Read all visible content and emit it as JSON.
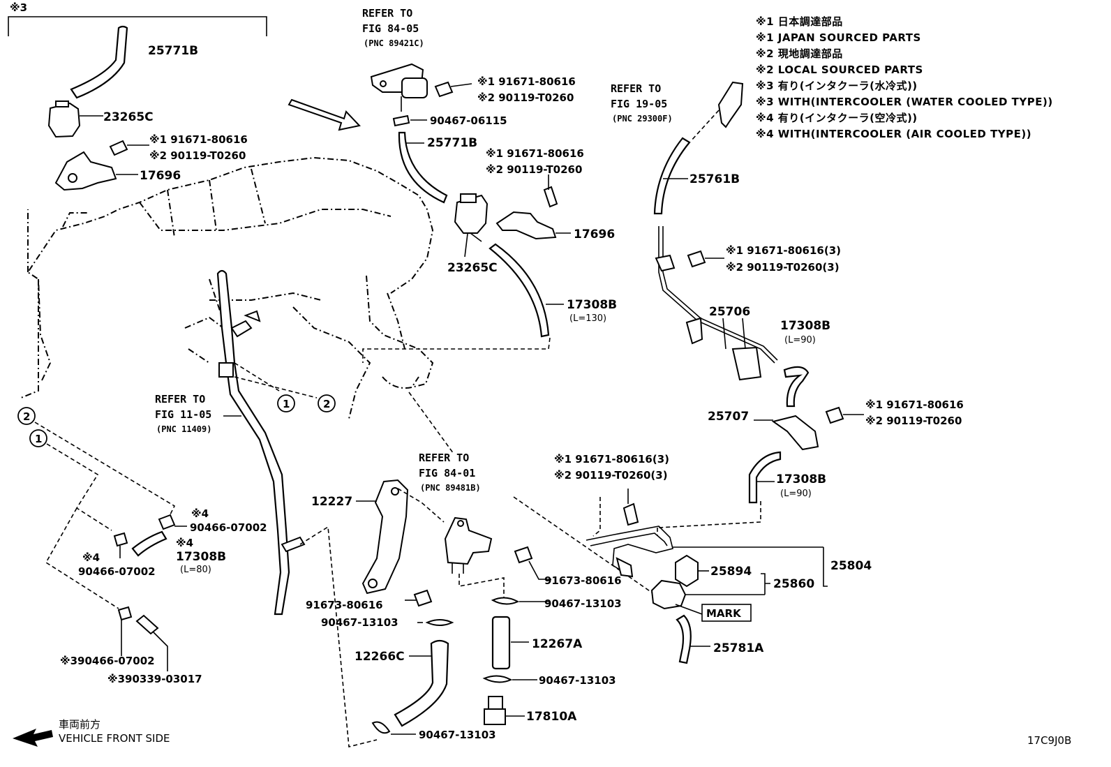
{
  "notes": [
    "※1 日本調達部品",
    "※1 JAPAN SOURCED PARTS",
    "※2 現地調達部品",
    "※2 LOCAL SOURCED PARTS",
    "※3 有り(インタクーラ(水冷式))",
    "※3 WITH(INTERCOOLER (WATER COOLED TYPE))",
    "※4 有り(インタクーラ(空冷式))",
    "※4 WITH(INTERCOOLER (AIR COOLED TYPE))"
  ],
  "group_mark": "※3",
  "refs": {
    "fig_84_05": {
      "l1": "REFER TO",
      "l2": "FIG 84-05",
      "l3": "(PNC 89421C)"
    },
    "fig_19_05": {
      "l1": "REFER TO",
      "l2": "FIG 19-05",
      "l3": "(PNC 29300F)"
    },
    "fig_11_05": {
      "l1": "REFER TO",
      "l2": "FIG 11-05",
      "l3": "(PNC 11409)"
    },
    "fig_84_01": {
      "l1": "REFER TO",
      "l2": "FIG 84-01",
      "l3": "(PNC 89481B)"
    }
  },
  "parts": {
    "p25771B_a": "25771B",
    "p23265C_a": "23265C",
    "p91671_a": "※1 91671-80616",
    "p90119_a": "※2 90119-T0260",
    "p17696_a": "17696",
    "p91671_b": "※1 91671-80616",
    "p90119_b": "※2 90119-T0260",
    "p90467_06115": "90467-06115",
    "p25771B_b": "25771B",
    "p91671_c": "※1 91671-80616",
    "p90119_c": "※2 90119-T0260",
    "p17696_b": "17696",
    "p23265C_b": "23265C",
    "p17308B_a": "17308B",
    "len_a": "(L=130)",
    "p25761B": "25761B",
    "p91671_d": "※1 91671-80616(3)",
    "p90119_d": "※2 90119-T0260(3)",
    "p25706": "25706",
    "p17308B_b": "17308B",
    "len_b": "(L=90)",
    "p25707": "25707",
    "p91671_e": "※1 91671-80616",
    "p90119_e": "※2 90119-T0260",
    "p17308B_c": "17308B",
    "len_c": "(L=90)",
    "p91671_f": "※1 91671-80616(3)",
    "p90119_f": "※2 90119-T0260(3)",
    "p25894": "25894",
    "p25860": "25860",
    "p25804": "25804",
    "mark": "MARK",
    "p25781A": "25781A",
    "p12227": "12227",
    "p91673_a": "91673-80616",
    "p91673_b": "91673-80616",
    "p90467_13103_a": "90467-13103",
    "p90467_13103_b": "90467-13103",
    "p12267A": "12267A",
    "p12266C": "12266C",
    "p90467_13103_c": "90467-13103",
    "p17810A": "17810A",
    "p90467_13103_d": "90467-13103",
    "p4_mark_a": "※4",
    "p90466_a": "90466-07002",
    "p4_mark_b": "※4",
    "p17308B_d": "17308B",
    "len_d": "(L=80)",
    "p4_mark_c": "※4",
    "p90466_b": "90466-07002",
    "p90466_c": "※390466-07002",
    "p90339": "※390339-03017",
    "circle_1": "1",
    "circle_2": "2"
  },
  "footer": {
    "front_jp": "車両前方",
    "front_en": "VEHICLE FRONT SIDE",
    "code": "17C9J0B"
  }
}
